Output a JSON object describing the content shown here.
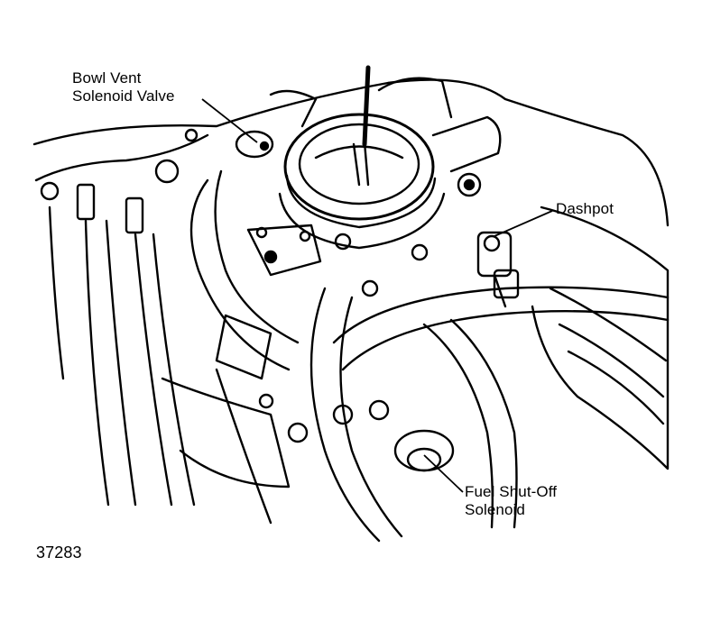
{
  "callouts": {
    "bowl_vent": {
      "line1": "Bowl Vent",
      "line2": "Solenoid Valve"
    },
    "dashpot": {
      "line1": "Dashpot"
    },
    "fuel_shutoff": {
      "line1": "Fuel Shut-Off",
      "line2": "Solenoid"
    }
  },
  "figure_id": "37283",
  "colors": {
    "ink": "#000000",
    "paper": "#ffffff"
  }
}
